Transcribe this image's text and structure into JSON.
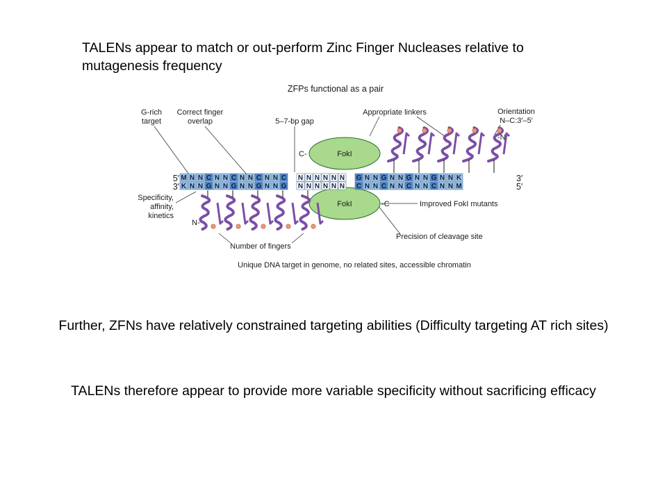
{
  "slide": {
    "line1": "TALENs appear to match or out-perform Zinc Finger Nucleases relative to",
    "line2": "mutagenesis frequency",
    "para2": "Further, ZFNs have relatively constrained targeting abilities (Difficulty targeting AT rich sites)",
    "para3": "TALENs therefore appear to provide more variable specificity without sacrificing efficacy"
  },
  "figure": {
    "header": "ZFPs functional as a pair",
    "labels": {
      "grich_1": "G-rich",
      "grich_2": "target",
      "overlap_1": "Correct finger",
      "overlap_2": "overlap",
      "gap": "5–7-bp gap",
      "linkers": "Appropriate linkers",
      "orient_1": "Orientation",
      "orient_2": "N–C:3′–5′",
      "spec_1": "Specificity,",
      "spec_2": "affinity,",
      "spec_3": "kinetics",
      "fingers": "Number of fingers",
      "mutants": "Improved FokI mutants",
      "precision": "Precision of cleavage site",
      "footer": "Unique DNA target in genome, no related sites, accessible chromatin"
    },
    "fok_top": "FokI",
    "fok_bottom": "FokI",
    "term_c_top": "C-",
    "term_n_top": "-N",
    "term_n_bottom": "N-",
    "term_c_bottom": "-C",
    "end_5_top": "5′",
    "end_3_top": "3′",
    "end_3_bottom": "3′",
    "end_5_bottom": "5′",
    "top_strand": [
      "M",
      "N",
      "N",
      "C",
      "N",
      "N",
      "C",
      "N",
      "N",
      "C",
      "N",
      "N",
      "C",
      "N",
      "N",
      "N",
      "N",
      "N",
      "N",
      "G",
      "N",
      "N",
      "G",
      "N",
      "N",
      "G",
      "N",
      "N",
      "G",
      "N",
      "N",
      "K"
    ],
    "bottom_strand": [
      "K",
      "N",
      "N",
      "G",
      "N",
      "N",
      "G",
      "N",
      "N",
      "G",
      "N",
      "N",
      "G",
      "N",
      "N",
      "N",
      "N",
      "N",
      "N",
      "C",
      "N",
      "N",
      "C",
      "N",
      "N",
      "C",
      "N",
      "N",
      "C",
      "N",
      "N",
      "M"
    ],
    "colors": {
      "box": "#9cc3e6",
      "box_dark": "#4f86c6",
      "gap_box": "#ffffff",
      "fok": "#a8d98c",
      "ribbon": "#7a4fa6",
      "dot": "#f0957a"
    }
  }
}
